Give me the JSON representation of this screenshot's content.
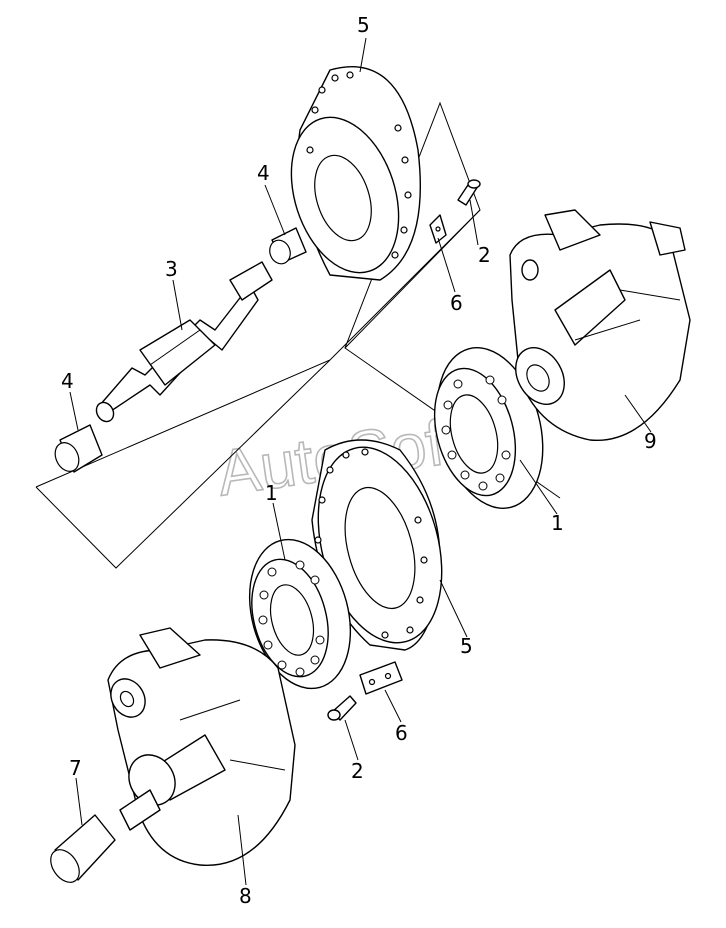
{
  "watermark": "AutoSoft",
  "callouts": {
    "c1a": "1",
    "c1b": "1",
    "c2a": "2",
    "c2b": "2",
    "c3": "3",
    "c4a": "4",
    "c4b": "4",
    "c5a": "5",
    "c5b": "5",
    "c6a": "6",
    "c6b": "6",
    "c7": "7",
    "c8": "8",
    "c9": "9"
  }
}
